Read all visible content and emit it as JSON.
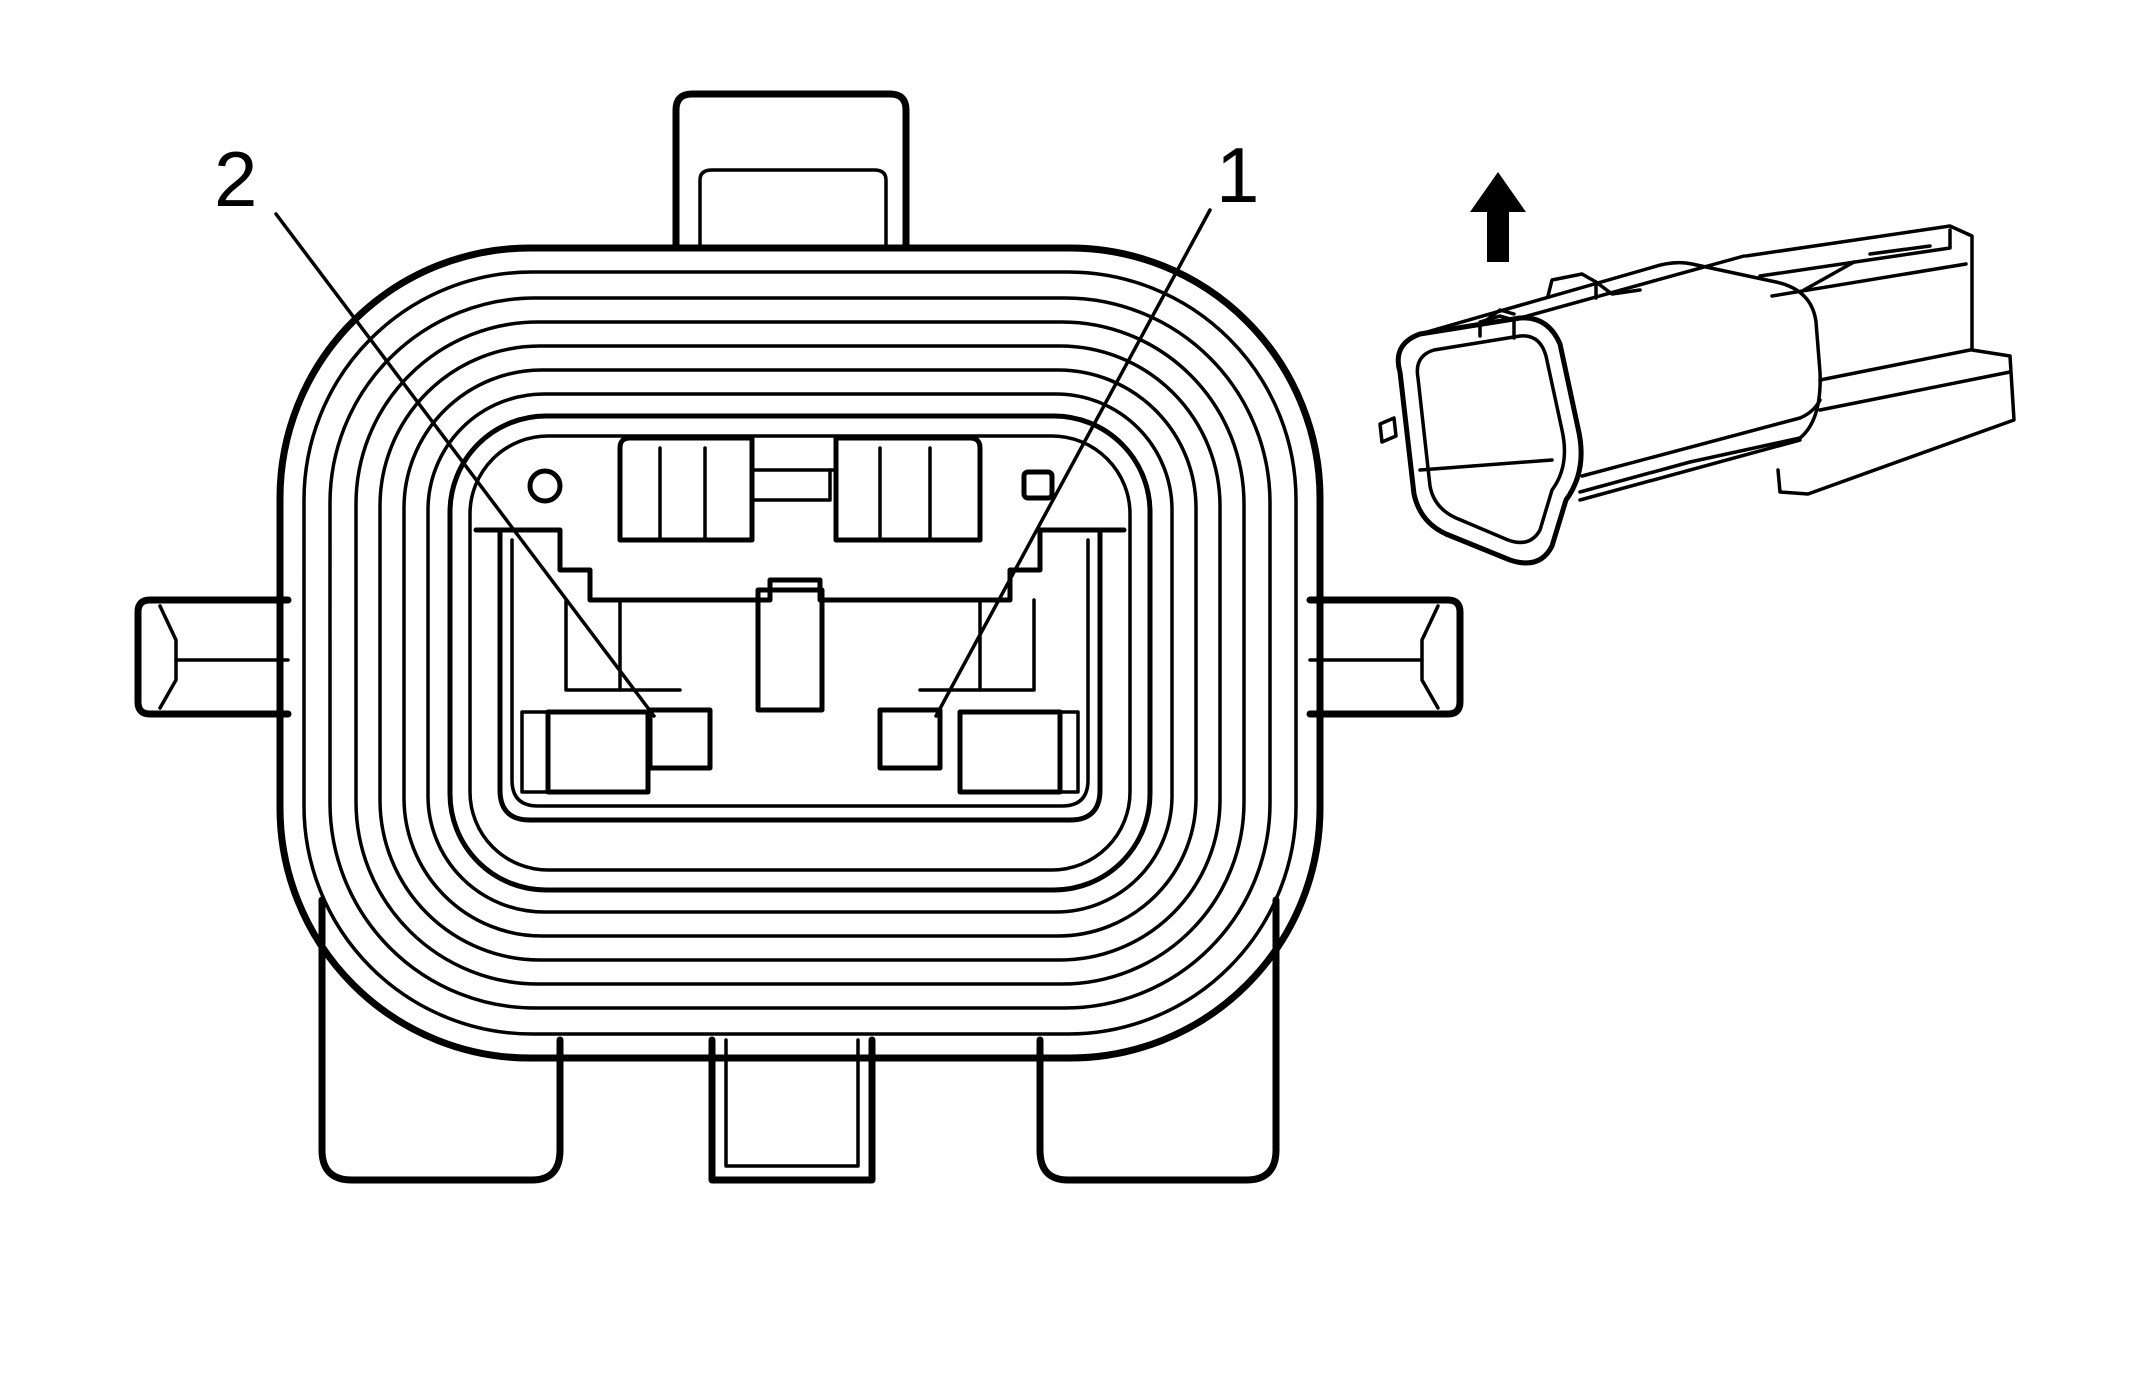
{
  "callouts": [
    {
      "id": "pin-1",
      "label": "1"
    },
    {
      "id": "pin-2",
      "label": "2"
    }
  ],
  "icons": {
    "direction_arrow": "up-arrow-icon",
    "connector_view": "connector-3d-view-icon"
  },
  "colors": {
    "line": "#000000",
    "background": "#ffffff"
  }
}
